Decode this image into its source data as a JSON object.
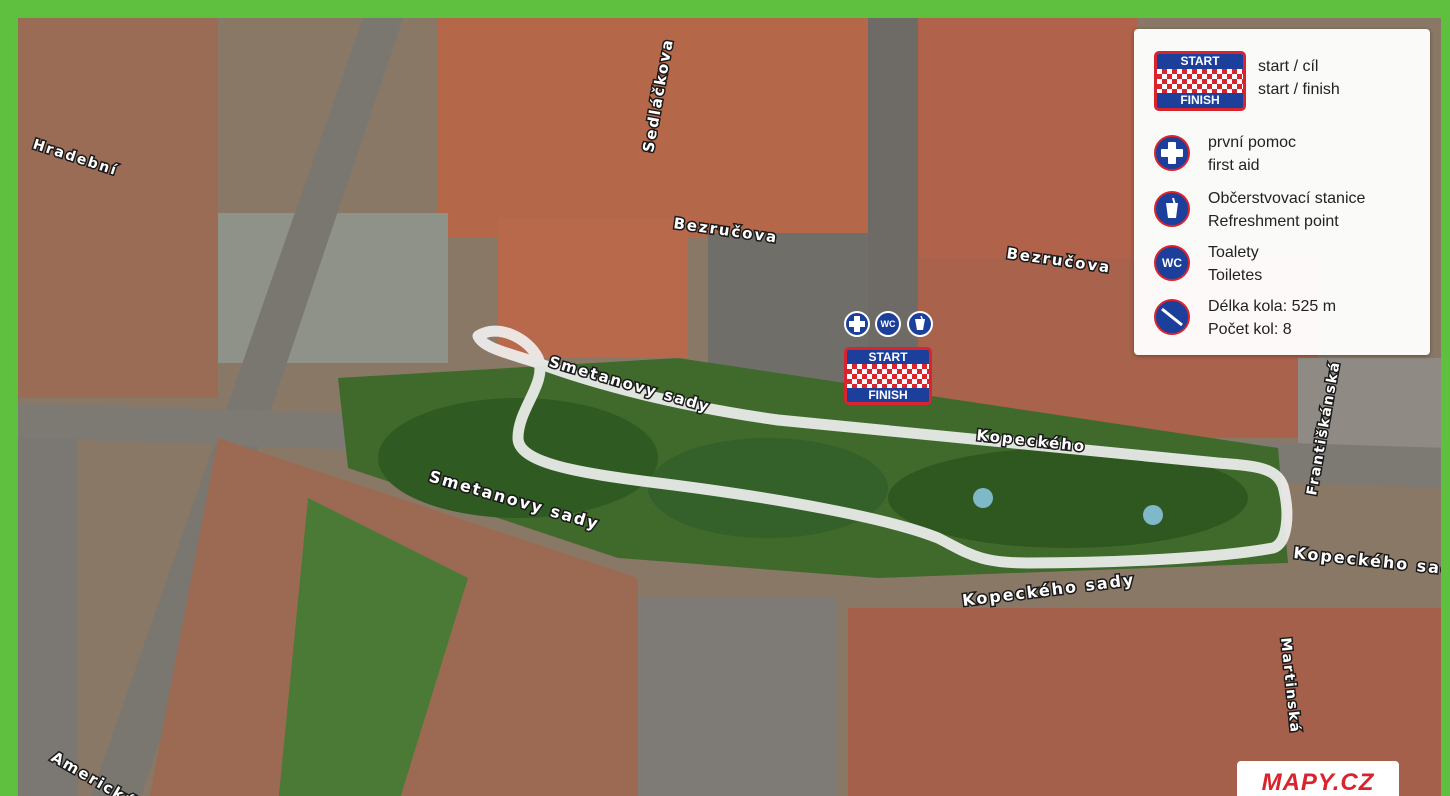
{
  "map": {
    "streets": [
      {
        "text": "Sedláčkova"
      },
      {
        "text": "Bezručova"
      },
      {
        "text": "Bezručova"
      },
      {
        "text": "Smetanovy sady"
      },
      {
        "text": "Smetanovy sady"
      },
      {
        "text": "Kopeckého sady"
      },
      {
        "text": "Kopeckého sady"
      },
      {
        "text": "Kopeckého"
      },
      {
        "text": "Františkánská"
      },
      {
        "text": "Martinská"
      },
      {
        "text": "Hradební"
      },
      {
        "text": "Americká"
      }
    ],
    "route": {
      "color": "#f2f2f2"
    },
    "colors": {
      "border": "#5fbf3e",
      "marker_blue": "#1c3f9b",
      "marker_red": "#d9232d"
    }
  },
  "markers": {
    "icons": [
      "first-aid-icon",
      "wc-icon",
      "refreshment-icon"
    ],
    "wc_label": "WC",
    "flag": {
      "top": "START",
      "bottom": "FINISH"
    }
  },
  "legend": {
    "items": [
      {
        "icon": "start-finish-flag-icon",
        "cz": "start / cíl",
        "en": "start / finish"
      },
      {
        "icon": "first-aid-icon",
        "cz": "první pomoc",
        "en": "first aid"
      },
      {
        "icon": "refreshment-icon",
        "cz": "Občerstvovací stanice",
        "en": "Refreshment point"
      },
      {
        "icon": "wc-icon",
        "cz": "Toalety",
        "en": "Toiletes"
      },
      {
        "icon": "lap-length-icon",
        "cz": "Délka kola: 525 m",
        "en": "Počet kol: 8"
      }
    ],
    "flag": {
      "top": "START",
      "bottom": "FINISH"
    },
    "wc_label": "WC"
  },
  "brand": {
    "text": "MAPY.CZ"
  }
}
